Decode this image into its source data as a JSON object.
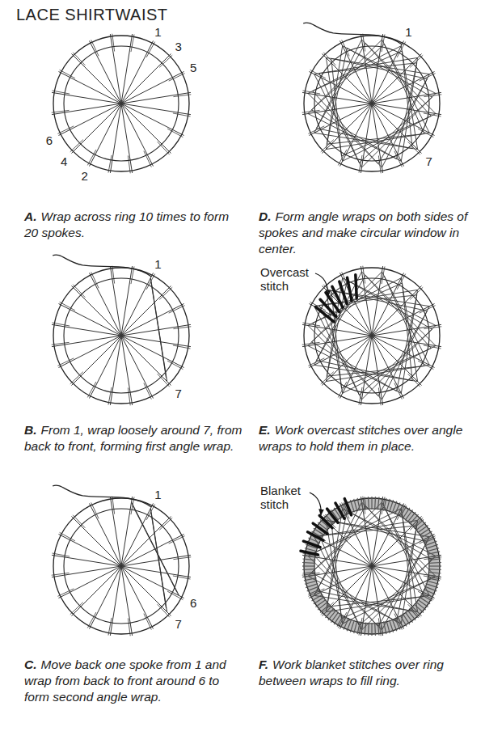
{
  "diagram": {
    "title": "LACE SHIRTWAIST",
    "labels": [
      "1",
      "3",
      "5",
      "6",
      "4",
      "2",
      "A.",
      "Wrap across ring 10 times to form 20 spokes.",
      "1",
      "7",
      "B.",
      "From 1, wrap loosely around 7, from back to front, forming first angle wrap.",
      "1",
      "6",
      "7",
      "C.",
      "Move back one spoke from 1 and wrap from back to front around 6 to form second angle wrap.",
      "1",
      "7",
      "D.",
      "Form angle wraps on both sides of spokes and make circular window in center.",
      "Overcast stitch",
      "E.",
      "Work overcast stitches over angle wraps to hold them in place.",
      "Blanket stitch",
      "F.",
      "Work blanket stitches over ring between wraps to fill ring."
    ]
  }
}
